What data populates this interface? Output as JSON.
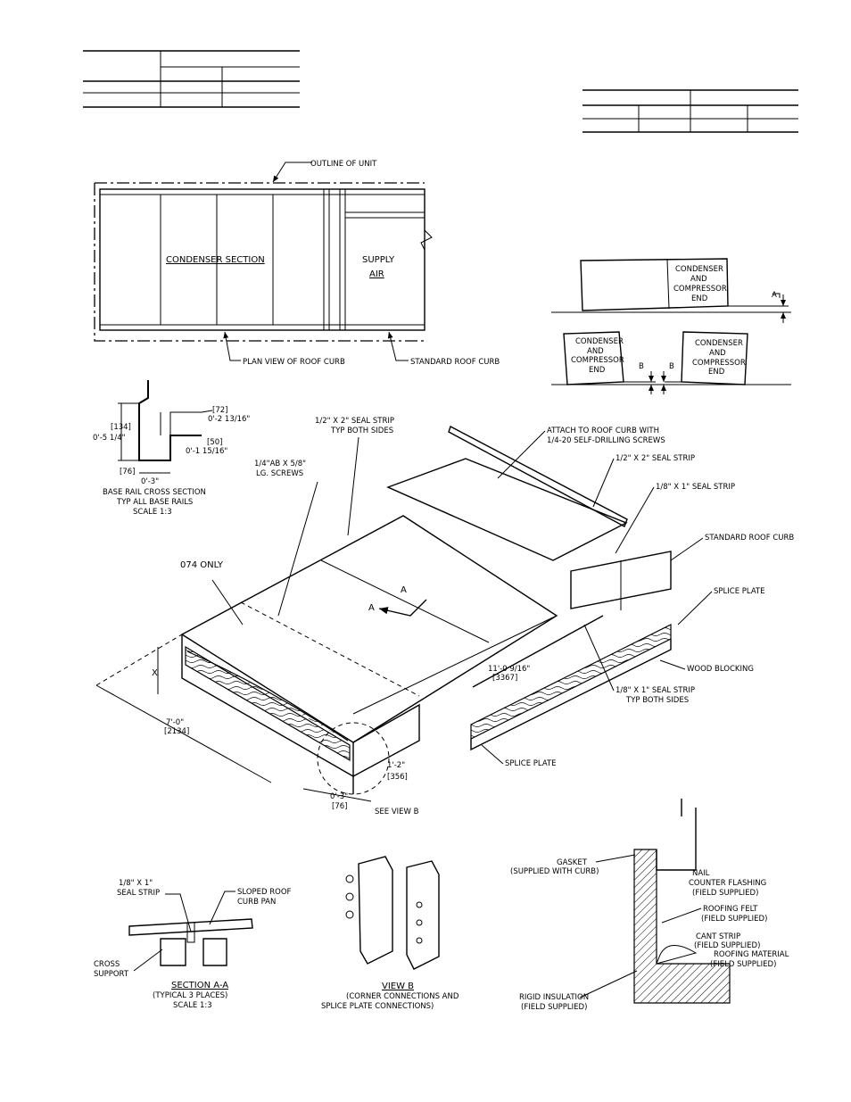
{
  "plan": {
    "outline_label": "OUTLINE OF UNIT",
    "condenser_label": "CONDENSER SECTION",
    "supply_label_1": "SUPPLY",
    "supply_label_2": "AIR",
    "plan_view_label": "PLAN VIEW OF ROOF CURB",
    "standard_curb_label": "STANDARD ROOF CURB"
  },
  "level": {
    "box_label": [
      "CONDENSER",
      "AND",
      "COMPRESSOR",
      "END"
    ],
    "a_label": "A",
    "b_label": "B"
  },
  "base_rail": {
    "dim_134": "[134]",
    "dim_0_5": "0'-5 1/4\"",
    "dim_72": "[72]",
    "dim_0_2": "0'-2 13/16\"",
    "dim_50": "[50]",
    "dim_0_1": "0'-1 15/16\"",
    "dim_76": "[76]",
    "dim_0_3": "0'-3\"",
    "title_1": "BASE RAIL CROSS SECTION",
    "title_2": "TYP ALL BASE RAILS",
    "title_3": "SCALE 1:3"
  },
  "iso": {
    "seal_top_1": "1/2\" X 2\" SEAL STRIP",
    "seal_top_2": "TYP BOTH SIDES",
    "attach_1": "ATTACH TO ROOF CURB WITH",
    "attach_2": "1/4-20 SELF-DRILLING SCREWS",
    "seal_half": "1/2\" X 2\" SEAL STRIP",
    "screws_1": "1/4\"AB X 5/8\"",
    "screws_2": "LG. SCREWS",
    "seal_eighth": "1/8\" X 1\" SEAL STRIP",
    "standard_curb": "STANDARD ROOF CURB",
    "only_074": "074 ONLY",
    "splice_plate": "SPLICE PLATE",
    "a_mark": "A",
    "dim_11": "11'-0 9/16\"",
    "dim_3367": "[3367]",
    "wood": "WOOD BLOCKING",
    "seal_both_1": "1/8\" X 1\" SEAL STRIP",
    "seal_both_2": "TYP BOTH SIDES",
    "x_mark": "X",
    "dim_7": "7'-0\"",
    "dim_2134": "[2134]",
    "dim_1_2": "1'-2\"",
    "dim_356": "[356]",
    "dim_0_3": "0'-3\"",
    "dim_76": "[76]",
    "see_view": "SEE VIEW B",
    "splice_plate_2": "SPLICE PLATE"
  },
  "section_aa": {
    "seal_1": "1/8\" X 1\"",
    "seal_2": "SEAL STRIP",
    "sloped_1": "SLOPED ROOF",
    "sloped_2": "CURB PAN",
    "cross_1": "CROSS",
    "cross_2": "SUPPORT",
    "title": "SECTION A-A",
    "sub_1": "(TYPICAL 3 PLACES)",
    "sub_2": "SCALE 1:3"
  },
  "view_b": {
    "title": "VIEW B",
    "sub_1": "(CORNER CONNECTIONS AND",
    "sub_2": "SPLICE PLATE CONNECTIONS)"
  },
  "detail": {
    "gasket_1": "GASKET",
    "gasket_2": "(SUPPLIED WITH CURB)",
    "nail": "NAIL",
    "counter_1": "COUNTER FLASHING",
    "counter_2": "(FIELD SUPPLIED)",
    "felt_1": "ROOFING FELT",
    "felt_2": "(FIELD SUPPLIED)",
    "cant_1": "CANT STRIP",
    "cant_2": "(FIELD SUPPLIED)",
    "material_1": "ROOFING MATERIAL",
    "material_2": "(FIELD SUPPLIED)",
    "rigid_1": "RIGID INSULATION",
    "rigid_2": "(FIELD SUPPLIED)"
  }
}
